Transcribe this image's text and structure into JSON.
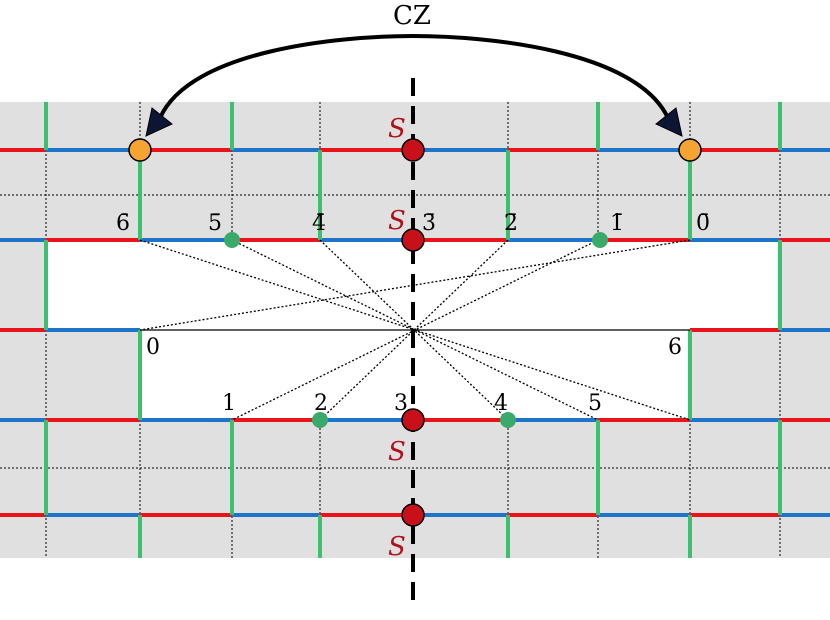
{
  "title": "CZ",
  "symmetry_label": "S",
  "top_labels": [
    "6̄",
    "5̄",
    "4̄",
    "3̄",
    "2̄",
    "1̄",
    "0̄"
  ],
  "bottom_labels": [
    "0",
    "1",
    "2",
    "3",
    "4",
    "5",
    "6"
  ],
  "colors": {
    "background_cell": "#e0e0e0",
    "red_edge": "#e8141a",
    "blue_edge": "#1f74c7",
    "green_edge": "#3cbf6e",
    "s_site": "#c8101a",
    "cz_site": "#f5a431",
    "green_site": "#3aaa6a",
    "s_label": "#b01018"
  },
  "icons": [
    "curved-double-arrow",
    "dashed-mirror-axis"
  ]
}
